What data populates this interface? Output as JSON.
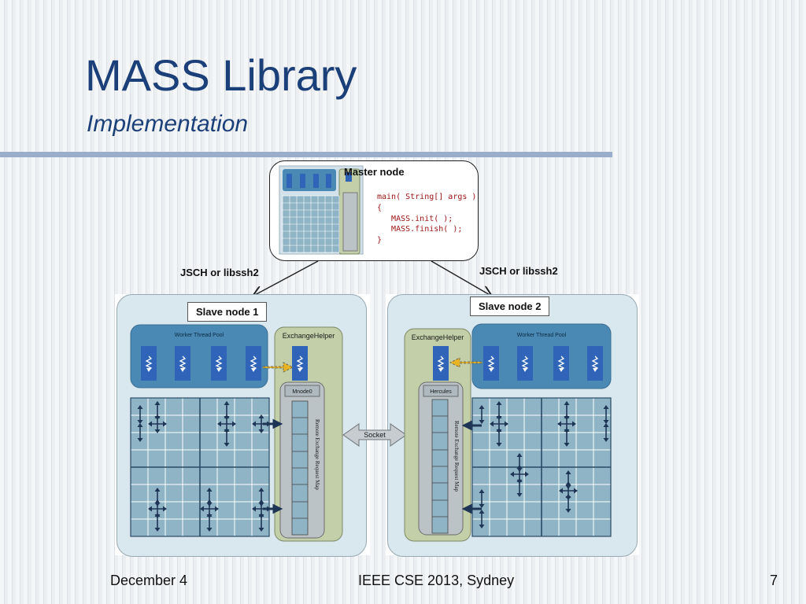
{
  "slide": {
    "title": "MASS Library",
    "subtitle": "Implementation",
    "footer_left": "December 4",
    "footer_center": "IEEE CSE 2013, Sydney",
    "footer_right": "7"
  },
  "master": {
    "label": "Master node",
    "code": "main( String[] args )\n{\n   MASS.init( );\n   MASS.finish( );\n}"
  },
  "connections": {
    "left_label": "JSCH or libssh2",
    "right_label": "JSCH or libssh2"
  },
  "slave1": {
    "label": "Slave node 1",
    "worker_pool": "Worker Thread Pool",
    "exchange_helper": "ExchangeHelper",
    "node_name": "Mnode0",
    "map_label": "Remote Exchange Request Map"
  },
  "slave2": {
    "label": "Slave node 2",
    "worker_pool": "Worker Thread Pool",
    "exchange_helper": "ExchangeHelper",
    "node_name": "Hercules",
    "map_label": "Remote Exchange Request Map"
  },
  "socket": {
    "label": "Socket"
  },
  "colors": {
    "title": "#1b3f78",
    "node_background": "#d9e7ee",
    "worker_pool": "#4a89b3",
    "thread": "#2f64b8",
    "grid_cell": "#8fb4c6",
    "exchange_panel": "#c3cfa8",
    "code": "#9b1212"
  }
}
